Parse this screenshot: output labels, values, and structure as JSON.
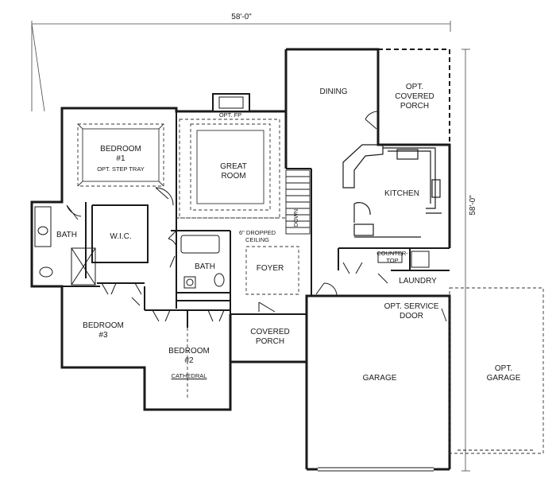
{
  "dimensions": {
    "width": "58'-0\"",
    "depth": "58'-0\""
  },
  "rooms": {
    "dining": "DINING",
    "covered_porch_opt": [
      "OPT.",
      "COVERED",
      "PORCH"
    ],
    "bedroom1": [
      "BEDROOM",
      "#1"
    ],
    "step_tray": "OPT.  STEP TRAY",
    "great_room": [
      "GREAT",
      "ROOM"
    ],
    "fireplace": "OPT. FP",
    "kitchen": "KITCHEN",
    "bath_master": "BATH",
    "wic": "W.I.C.",
    "dropped_ceiling": [
      "6\" DROPPED",
      "CEILING"
    ],
    "down": "DOWN",
    "bath_hall": "BATH",
    "foyer": "FOYER",
    "counter_top": [
      "COUNTER-",
      "TOP"
    ],
    "laundry": "LAUNDRY",
    "service_door": [
      "OPT. SERVICE",
      "DOOR"
    ],
    "bedroom3": [
      "BEDROOM",
      "#3"
    ],
    "bedroom2": [
      "BEDROOM",
      "#2"
    ],
    "cathedral": "CATHEDRAL",
    "covered_porch": [
      "COVERED",
      "PORCH"
    ],
    "garage": "GARAGE",
    "opt_garage": [
      "OPT.",
      "GARAGE"
    ]
  },
  "colors": {
    "wall": "#1a1a1a",
    "dashed": "#333333",
    "background": "#ffffff"
  }
}
